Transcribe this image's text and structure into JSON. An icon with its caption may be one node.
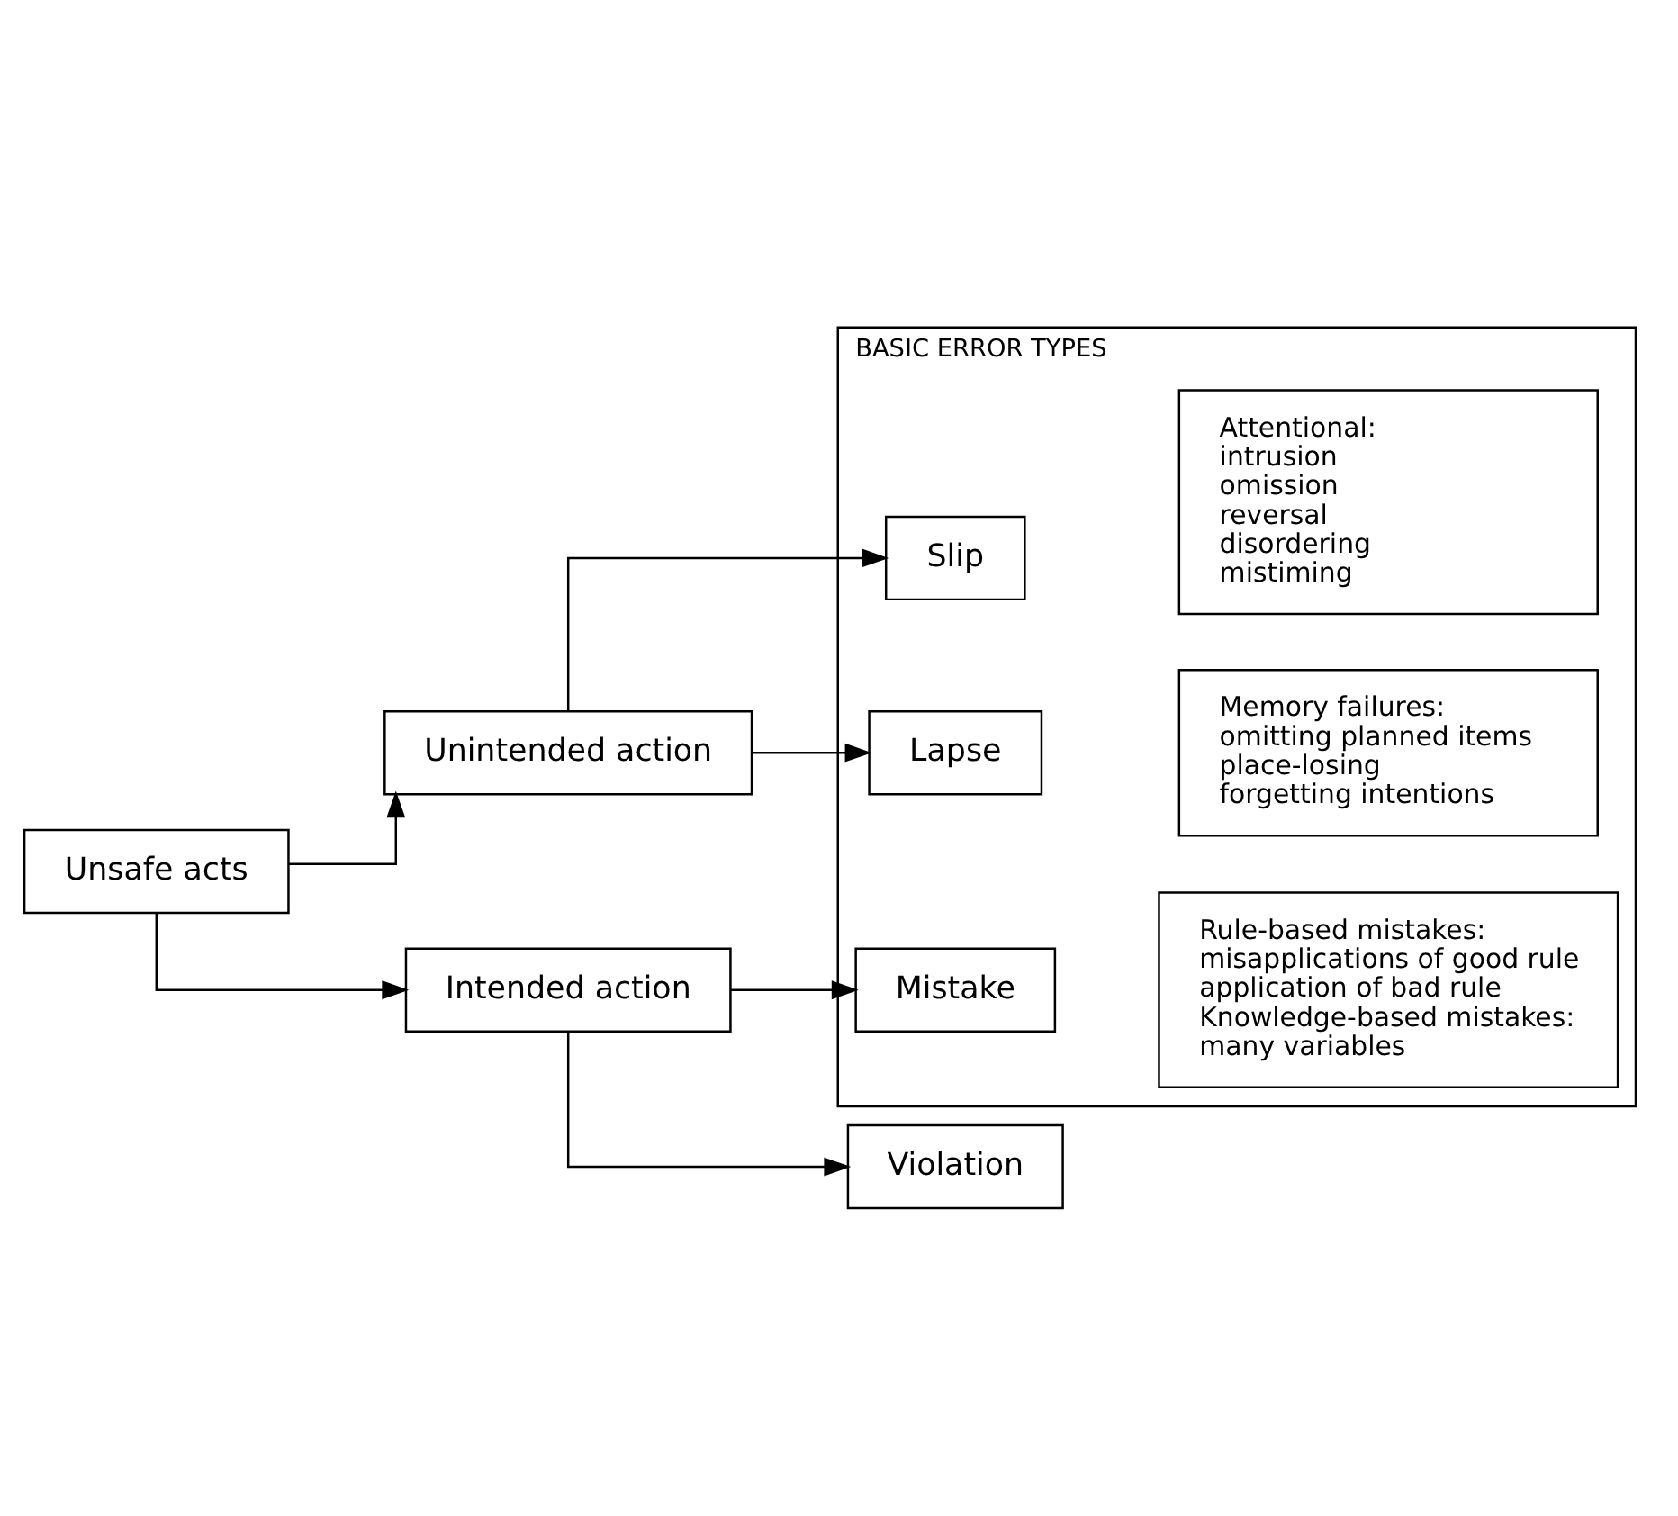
{
  "diagram": {
    "nodes": [
      {
        "text": [
          "BASIC ERROR TYPES"
        ]
      },
      {
        "text": [
          "Unsafe acts"
        ]
      },
      {
        "text": [
          "Unintended action"
        ]
      },
      {
        "text": [
          "Intended action"
        ]
      },
      {
        "text": [
          "Slip"
        ],
        "in": 0
      },
      {
        "text": [
          "Attentional:",
          "intrusion",
          "omission",
          "reversal",
          "disordering",
          "mistiming"
        ],
        "in": 0
      },
      {
        "text": [
          "Lapse"
        ],
        "in": 0
      },
      {
        "text": [
          "Memory failures:",
          "omitting planned items",
          "place-losing",
          "forgetting intentions"
        ],
        "in": 0
      },
      {
        "text": [
          "Mistake"
        ],
        "in": 0
      },
      {
        "text": [
          "Rule-based mistakes:",
          "misapplications of good rule",
          "application of bad rule",
          "Knowledge-based mistakes:",
          "many variables"
        ],
        "in": 0
      },
      {
        "text": [
          "Violation"
        ]
      }
    ],
    "edges": [
      {
        "from": 1,
        "to": 2,
        "arrow": "to"
      },
      {
        "from": 1,
        "to": 3,
        "arrow": "to"
      },
      {
        "from": 2,
        "to": 4,
        "arrow": "to"
      },
      {
        "from": 2,
        "to": 6,
        "arrow": "to"
      },
      {
        "from": 3,
        "to": 8,
        "arrow": "to"
      },
      {
        "from": 3,
        "to": 10,
        "arrow": "to"
      }
    ]
  }
}
